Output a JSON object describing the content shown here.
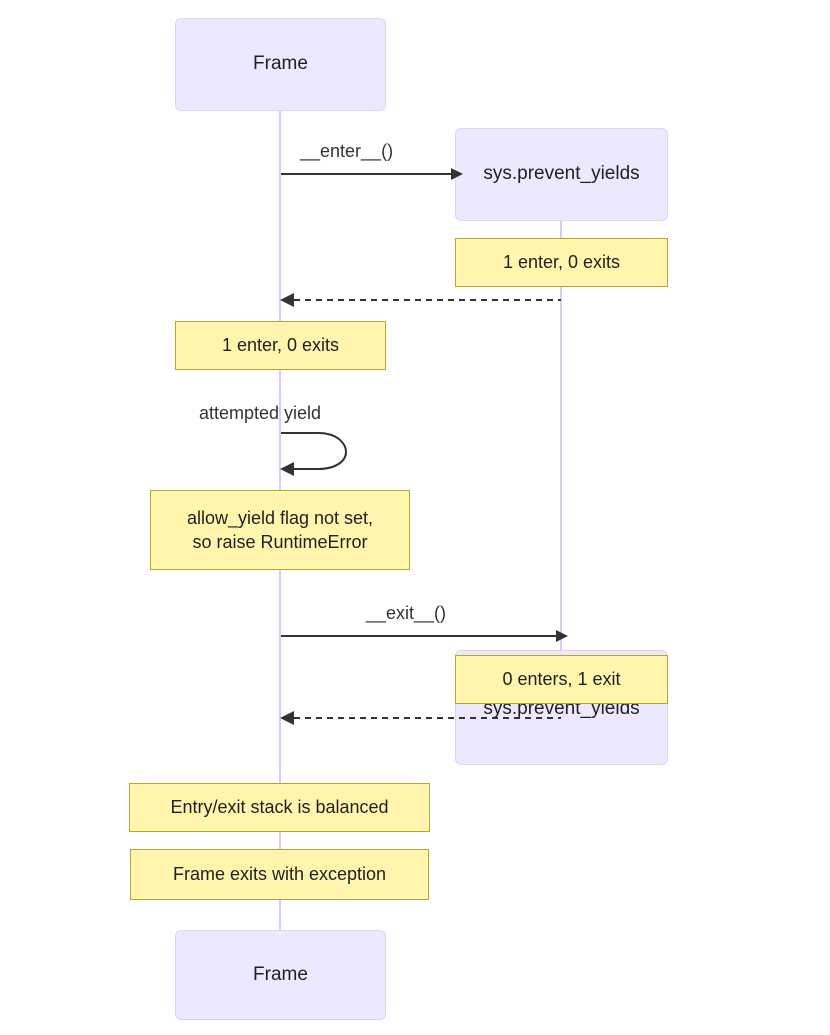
{
  "diagram": {
    "type": "sequence-diagram",
    "title": "",
    "colors": {
      "participant_fill": "#ece8fd",
      "participant_border": "#ddd4f7",
      "note_fill": "#fff5ad",
      "note_border": "#b5a632",
      "lifeline": "#d6cdf4",
      "arrow": "#333333",
      "text": "#1f2020",
      "background": "#ffffff"
    },
    "participants": [
      {
        "id": "frame",
        "label": "Frame"
      },
      {
        "id": "sys",
        "label": "sys.prevent_yields"
      }
    ],
    "participant_boxes": {
      "frame_top": "Frame",
      "sys_top": "sys.prevent_yields",
      "sys_bottom": "sys.prevent_yields",
      "frame_bottom": "Frame"
    },
    "messages": [
      {
        "id": "m1",
        "from": "frame",
        "to": "sys",
        "label": "__enter__()",
        "style": "solid"
      },
      {
        "id": "m2",
        "from": "sys",
        "to": "frame",
        "label": "",
        "style": "dashed"
      },
      {
        "id": "m3",
        "from": "frame",
        "to": "frame",
        "label": "attempted yield",
        "style": "self-loop"
      },
      {
        "id": "m4",
        "from": "frame",
        "to": "sys",
        "label": "__exit__()",
        "style": "solid"
      },
      {
        "id": "m5",
        "from": "sys",
        "to": "frame",
        "label": "",
        "style": "dashed"
      }
    ],
    "notes": [
      {
        "id": "n1",
        "side": "right",
        "over": "sys",
        "text": "1 enter, 0 exits"
      },
      {
        "id": "n2",
        "side": "left",
        "over": "frame",
        "text": "1 enter, 0 exits"
      },
      {
        "id": "n3",
        "side": "left",
        "over": "frame",
        "text": "allow_yield flag not set,\nso raise RuntimeError"
      },
      {
        "id": "n4",
        "side": "right",
        "over": "sys",
        "text": "0 enters, 1 exit"
      },
      {
        "id": "n5",
        "side": "left",
        "over": "frame",
        "text": "Entry/exit stack is balanced"
      },
      {
        "id": "n6",
        "side": "left",
        "over": "frame",
        "text": "Frame exits with exception"
      }
    ]
  }
}
